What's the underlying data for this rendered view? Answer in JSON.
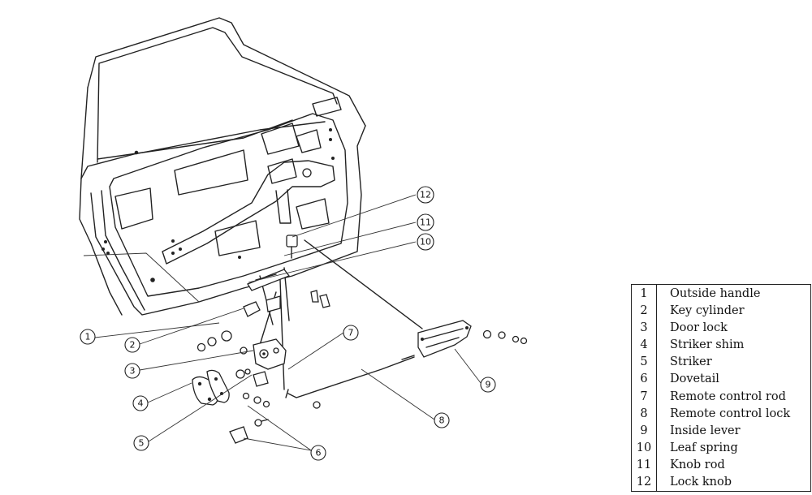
{
  "callouts": [
    "1",
    "2",
    "3",
    "4",
    "5",
    "6",
    "7",
    "8",
    "9",
    "10",
    "11",
    "12"
  ],
  "legend": [
    {
      "num": "1",
      "name": "Outside handle"
    },
    {
      "num": "2",
      "name": "Key cylinder"
    },
    {
      "num": "3",
      "name": "Door lock"
    },
    {
      "num": "4",
      "name": "Striker shim"
    },
    {
      "num": "5",
      "name": "Striker"
    },
    {
      "num": "6",
      "name": "Dovetail"
    },
    {
      "num": "7",
      "name": "Remote control rod"
    },
    {
      "num": "8",
      "name": "Remote control lock"
    },
    {
      "num": "9",
      "name": "Inside lever"
    },
    {
      "num": "10",
      "name": "Leaf spring"
    },
    {
      "num": "11",
      "name": "Knob rod"
    },
    {
      "num": "12",
      "name": "Lock knob"
    }
  ]
}
